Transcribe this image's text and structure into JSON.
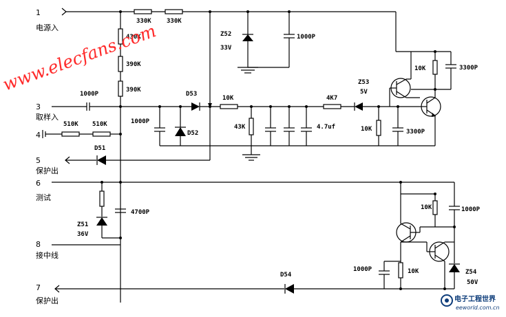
{
  "watermark": "www.elecfans.com",
  "pins": [
    {
      "num": "1",
      "label": "电源入"
    },
    {
      "num": "3",
      "label": "取样入"
    },
    {
      "num": "4",
      "label": ""
    },
    {
      "num": "5",
      "label": "保护出"
    },
    {
      "num": "6",
      "label": "测试"
    },
    {
      "num": "8",
      "label": "接中线"
    },
    {
      "num": "7",
      "label": "保护出"
    }
  ],
  "components": {
    "r_330k_a": "330K",
    "r_330k_b": "330K",
    "r_430k": "430K",
    "r_390k_a": "390K",
    "r_390k_b": "390K",
    "z52": "Z52",
    "z52_v": "33V",
    "c_1000p_top": "1000P",
    "c_1000p_in": "1000P",
    "d53": "D53",
    "r_10k_mid": "10K",
    "r_4k7": "4K7",
    "z53": "Z53",
    "z53_v": "5V",
    "c_1000p_left": "1000P",
    "d52": "D52",
    "r_43k": "43K",
    "c_47uf": "4.7uf",
    "r_10k_low": "10K",
    "c_3300p_low": "3300P",
    "r_10k_top": "10K",
    "c_3300p_top": "3300P",
    "r_510k_a": "510K",
    "r_510k_b": "510K",
    "d51": "D51",
    "z51": "Z51",
    "z51_v": "36V",
    "c_4700p": "4700P",
    "r_10k_b1": "10K",
    "c_1000p_b1": "1000P",
    "c_1000p_b2": "1000P",
    "r_10k_b2": "10K",
    "z54": "Z54",
    "z54_v": "50V",
    "d54": "D54"
  },
  "logo": {
    "name": "电子工程世界",
    "url": "eeworld.com.cn"
  }
}
